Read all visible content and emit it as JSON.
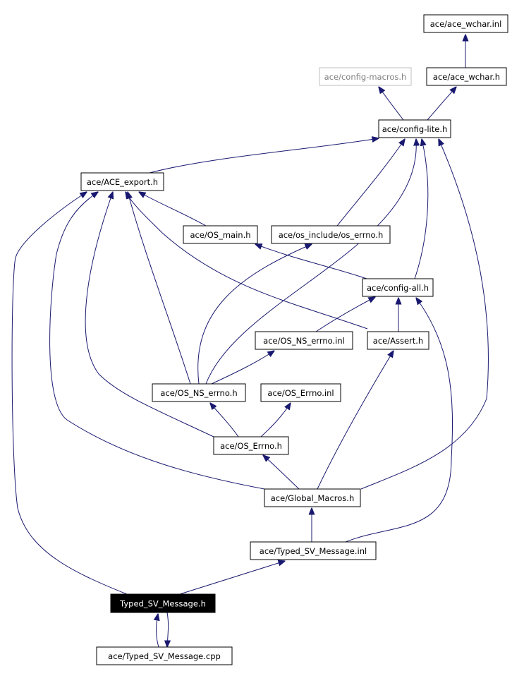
{
  "diagram": {
    "current_node_color": "#000000",
    "edge_color": "#191970",
    "nodes": [
      {
        "id": "ace_wchar_inl",
        "label": "ace/ace_wchar.inl"
      },
      {
        "id": "config_macros",
        "label": "ace/config-macros.h",
        "muted": true
      },
      {
        "id": "ace_wchar_h",
        "label": "ace/ace_wchar.h"
      },
      {
        "id": "config_lite",
        "label": "ace/config-lite.h"
      },
      {
        "id": "ace_export",
        "label": "ace/ACE_export.h"
      },
      {
        "id": "os_main",
        "label": "ace/OS_main.h"
      },
      {
        "id": "os_errno_inc",
        "label": "ace/os_include/os_errno.h"
      },
      {
        "id": "config_all",
        "label": "ace/config-all.h"
      },
      {
        "id": "os_ns_errno_inl",
        "label": "ace/OS_NS_errno.inl"
      },
      {
        "id": "assert_h",
        "label": "ace/Assert.h"
      },
      {
        "id": "os_ns_errno_h",
        "label": "ace/OS_NS_errno.h"
      },
      {
        "id": "os_errno_inl",
        "label": "ace/OS_Errno.inl"
      },
      {
        "id": "os_errno_h",
        "label": "ace/OS_Errno.h"
      },
      {
        "id": "global_macros",
        "label": "ace/Global_Macros.h"
      },
      {
        "id": "typed_inl",
        "label": "ace/Typed_SV_Message.inl"
      },
      {
        "id": "typed_h",
        "label": "Typed_SV_Message.h",
        "current": true
      },
      {
        "id": "typed_cpp",
        "label": "ace/Typed_SV_Message.cpp"
      }
    ],
    "edges": [
      [
        "ace_wchar_h",
        "ace_wchar_inl"
      ],
      [
        "config_lite",
        "config_macros"
      ],
      [
        "config_lite",
        "ace_wchar_h"
      ],
      [
        "ace_export",
        "config_lite"
      ],
      [
        "os_main",
        "ace_export"
      ],
      [
        "os_errno_inc",
        "config_lite"
      ],
      [
        "config_all",
        "config_lite"
      ],
      [
        "config_all",
        "os_main"
      ],
      [
        "os_ns_errno_inl",
        "config_all"
      ],
      [
        "assert_h",
        "ace_export"
      ],
      [
        "assert_h",
        "config_all"
      ],
      [
        "os_ns_errno_h",
        "ace_export"
      ],
      [
        "os_ns_errno_h",
        "os_errno_inc"
      ],
      [
        "os_ns_errno_h",
        "config_lite"
      ],
      [
        "os_ns_errno_h",
        "os_ns_errno_inl"
      ],
      [
        "os_errno_h",
        "ace_export"
      ],
      [
        "os_errno_h",
        "os_ns_errno_h"
      ],
      [
        "os_errno_h",
        "os_errno_inl"
      ],
      [
        "global_macros",
        "ace_export"
      ],
      [
        "global_macros",
        "config_lite"
      ],
      [
        "global_macros",
        "os_errno_h"
      ],
      [
        "global_macros",
        "assert_h"
      ],
      [
        "typed_inl",
        "global_macros"
      ],
      [
        "typed_inl",
        "config_all"
      ],
      [
        "typed_h",
        "ace_export"
      ],
      [
        "typed_h",
        "typed_inl"
      ],
      [
        "typed_h",
        "typed_cpp"
      ],
      [
        "typed_cpp",
        "typed_h"
      ]
    ]
  }
}
